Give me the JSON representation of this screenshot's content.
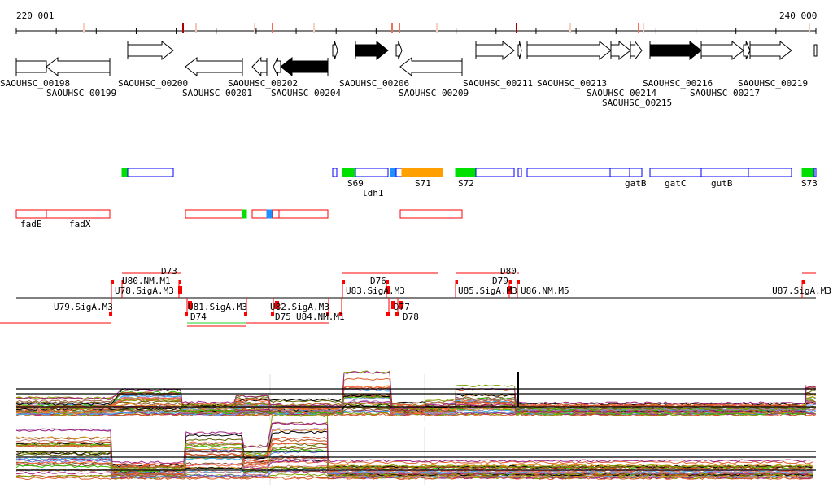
{
  "ruler": {
    "start_label": "220 001",
    "end_label": "240 000",
    "start": 220001,
    "end": 240000
  },
  "genes": [
    {
      "name": "SAOUHSC_00198",
      "strand": "box",
      "fill": "white"
    },
    {
      "name": "SAOUHSC_00199",
      "strand": "-",
      "fill": "white"
    },
    {
      "name": "SAOUHSC_00200",
      "strand": "+",
      "fill": "white"
    },
    {
      "name": "SAOUHSC_00201",
      "strand": "-",
      "fill": "white"
    },
    {
      "name": "SAOUHSC_00202",
      "strand": "-",
      "fill": "white"
    },
    {
      "name": "SAOUHSC_00204",
      "strand": "-",
      "fill": "black"
    },
    {
      "name": "SAOUHSC_00206",
      "strand": "+",
      "fill": "black"
    },
    {
      "name": "SAOUHSC_00209",
      "strand": "-",
      "fill": "white"
    },
    {
      "name": "SAOUHSC_00211",
      "strand": "+",
      "fill": "white"
    },
    {
      "name": "SAOUHSC_00213",
      "strand": "+",
      "fill": "white"
    },
    {
      "name": "SAOUHSC_00214",
      "strand": "+",
      "fill": "white"
    },
    {
      "name": "SAOUHSC_00215",
      "strand": "+",
      "fill": "white"
    },
    {
      "name": "SAOUHSC_00216",
      "strand": "+",
      "fill": "black"
    },
    {
      "name": "SAOUHSC_00217",
      "strand": "+",
      "fill": "white"
    },
    {
      "name": "SAOUHSC_00219",
      "strand": "+",
      "fill": "white"
    }
  ],
  "forward_features": [
    "S69",
    "ldh1",
    "S71",
    "S72",
    "gatB",
    "gatC",
    "gutB",
    "S73"
  ],
  "reverse_features": [
    "fadE",
    "fadX"
  ],
  "promoters_upper": [
    "U78.SigA.M3",
    "U80.NM.M1",
    "D73",
    "U83.SigA.M3",
    "D76",
    "U85.SigA.M3",
    "D79",
    "D80",
    "U86.NM.M5",
    "U87.SigA.M3"
  ],
  "promoters_lower": [
    "U79.SigA.M3",
    "D74",
    "U81.SigA.M3",
    "D75",
    "U82.SigA.M3",
    "U84.NM.M1",
    "D77",
    "D78"
  ],
  "colors": {
    "forward": "#0000ff",
    "reverse": "#ff0000",
    "sRNA": "#00e000",
    "riboswitch": "#1e90ff",
    "orange": "#ffa000"
  },
  "expression_tracks": [
    {
      "strand": "forward",
      "segments": [
        {
          "start": 220001,
          "end": 222400,
          "level": 0.25
        },
        {
          "start": 222650,
          "end": 224150,
          "level": 0.6
        },
        {
          "start": 224150,
          "end": 225500,
          "level": 0.1
        },
        {
          "start": 225500,
          "end": 226350,
          "level": 0.3
        },
        {
          "start": 226350,
          "end": 228150,
          "level": 0.2
        },
        {
          "start": 228200,
          "end": 229400,
          "level": 0.9
        },
        {
          "start": 229400,
          "end": 230250,
          "level": 0.1
        },
        {
          "start": 230250,
          "end": 231000,
          "level": 0.25
        },
        {
          "start": 231000,
          "end": 232500,
          "level": 0.55
        },
        {
          "start": 232500,
          "end": 239750,
          "level": 0.1
        },
        {
          "start": 239750,
          "end": 240000,
          "level": 0.6
        }
      ]
    },
    {
      "strand": "reverse",
      "segments": [
        {
          "start": 220001,
          "end": 222400,
          "level": 0.7
        },
        {
          "start": 222400,
          "end": 224250,
          "level": 0.1
        },
        {
          "start": 224250,
          "end": 225700,
          "level": 0.5
        },
        {
          "start": 225700,
          "end": 226350,
          "level": 0.4
        },
        {
          "start": 226400,
          "end": 227800,
          "level": 0.8
        },
        {
          "start": 227800,
          "end": 240000,
          "level": 0.1
        }
      ]
    }
  ]
}
